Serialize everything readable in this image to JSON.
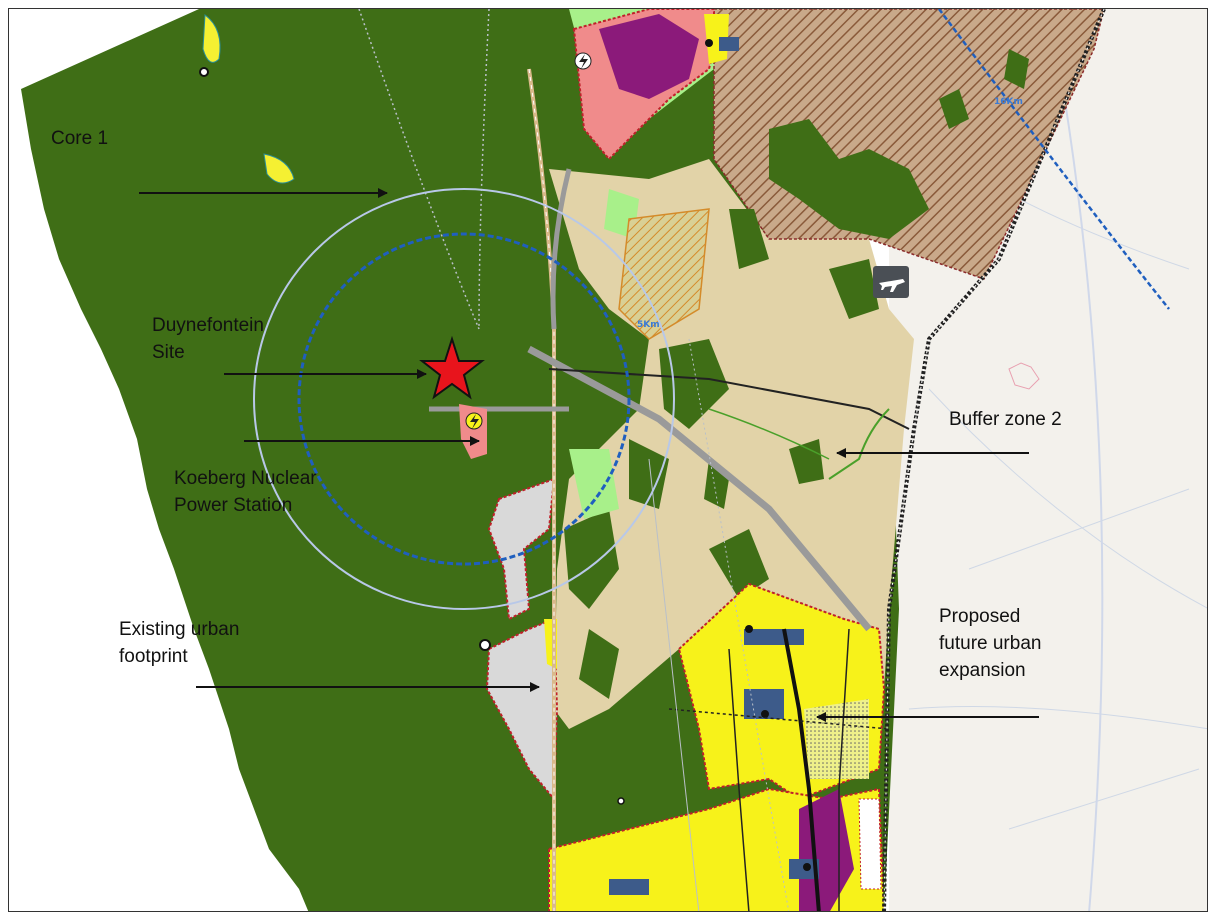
{
  "labels": {
    "core": "Core 1",
    "site_line1": "Duynefontein",
    "site_line2": "Site",
    "koeberg_line1": "Koeberg Nuclear",
    "koeberg_line2": "Power Station",
    "buffer": "Buffer zone 2",
    "existing_line1": "Existing urban",
    "existing_line2": "footprint",
    "proposed_line1": "Proposed",
    "proposed_line2": "future urban",
    "proposed_line3": "expansion"
  },
  "distance_labels": {
    "inner_ring": "5Km",
    "outer_ring": "16Km"
  },
  "colors": {
    "core_green": "#3f6e16",
    "buffer_tan": "#e2d3a8",
    "urban_yellow": "#f7f21a",
    "existing_grey": "#d9d9d9",
    "magenta": "#8b1a7a",
    "salmon": "#f08b8b",
    "light_green": "#a8f08a",
    "ring_blue": "#1f5fbf",
    "star_red": "#e8141c"
  },
  "icons": {
    "site_marker": "red-star-icon",
    "power_station": "lightning-bolt-icon",
    "airport": "airplane-icon"
  }
}
